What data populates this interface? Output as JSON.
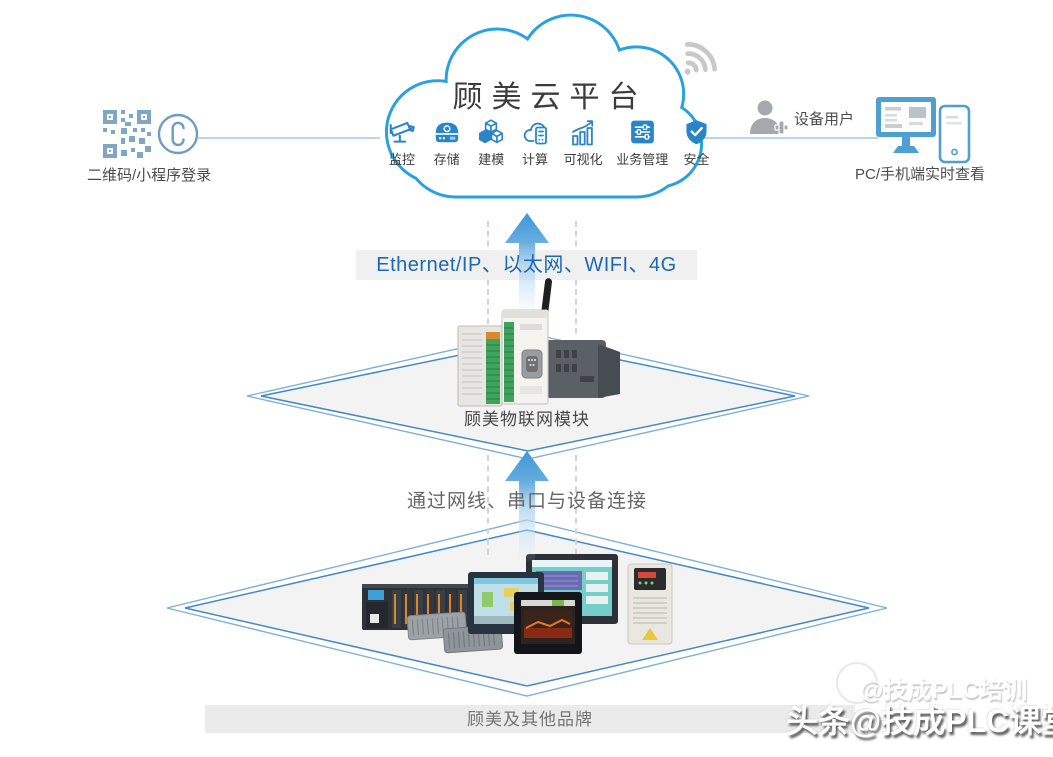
{
  "cloud": {
    "title": "顾美云平台",
    "services": [
      {
        "label": "监控",
        "icon": "cctv-camera-icon"
      },
      {
        "label": "存储",
        "icon": "storage-icon"
      },
      {
        "label": "建模",
        "icon": "cubes-icon"
      },
      {
        "label": "计算",
        "icon": "cloud-compute-icon"
      },
      {
        "label": "可视化",
        "icon": "chart-icon"
      },
      {
        "label": "业务管理",
        "icon": "sliders-icon"
      },
      {
        "label": "安全",
        "icon": "shield-check-icon"
      }
    ]
  },
  "left_login": {
    "label": "二维码/小程序登录"
  },
  "device_user": {
    "label": "设备用户"
  },
  "client_view": {
    "label": "PC/手机端实时查看"
  },
  "link_top": {
    "text": "Ethernet/IP、以太网、WIFI、4G"
  },
  "iot_module": {
    "label": "顾美物联网模块"
  },
  "link_bottom": {
    "text": "通过网线、串口与设备连接"
  },
  "devices": {
    "label": "顾美及其他品牌"
  },
  "watermark": {
    "ghost": "@技成PLC培训",
    "main": "头条@技成PLC课堂"
  },
  "colors": {
    "cloud_stroke": "#29A0E0",
    "icon_blue": "#2A85C7",
    "banner_text_blue": "#1C69B2",
    "banner_bg": "#EFF0EF",
    "arrow_blue": "#3E97D7",
    "connector_line": "#B9D5E8",
    "diamond_stroke_inner": "#4289C5",
    "diamond_stroke_outer": "#7FB0D6",
    "diamond_fill": "#F3F3F4",
    "qr_steel_blue": "#7FA6C4",
    "wifi_gray": "#C8C8C8",
    "bottom_bar_bg": "#EBEBEB"
  }
}
